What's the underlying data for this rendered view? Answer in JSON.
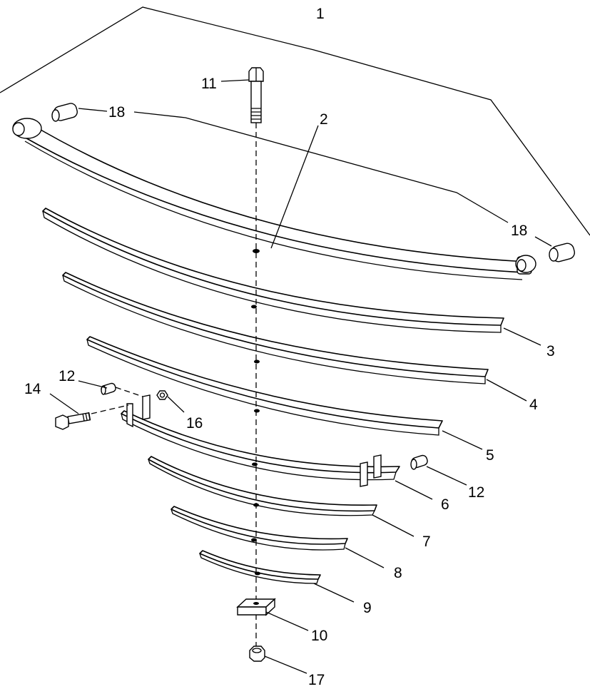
{
  "callouts": {
    "c1": "1",
    "c2": "2",
    "c3": "3",
    "c4": "4",
    "c5": "5",
    "c6": "6",
    "c7": "7",
    "c8": "8",
    "c9": "9",
    "c10": "10",
    "c11": "11",
    "c12_left": "12",
    "c12_right": "12",
    "c14": "14",
    "c16": "16",
    "c17": "17",
    "c18_left": "18",
    "c18_right": "18"
  }
}
